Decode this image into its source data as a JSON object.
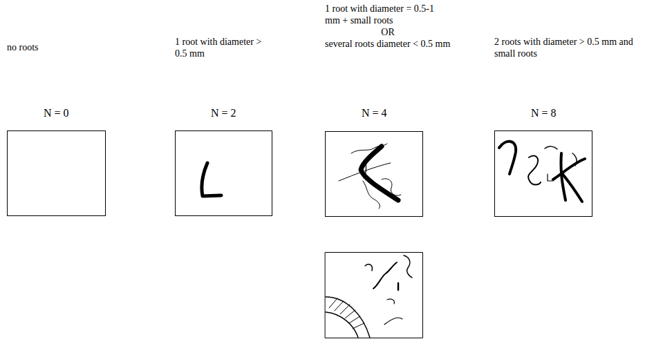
{
  "diagram": {
    "nodes": [
      {
        "text": [
          "no roots",
          "N = 0"
        ]
      },
      {
        "text": [
          "1 root with diameter > 0.5 mm",
          "N = 2"
        ]
      },
      {
        "text": [
          "1 root with diameter = 0.5-1 mm + small roots",
          "OR",
          "several roots diameter < 0.5 mm",
          "N = 4"
        ]
      },
      {
        "text": [
          "2 roots with diameter > 0.5 mm and small roots",
          "N = 8"
        ]
      }
    ]
  }
}
